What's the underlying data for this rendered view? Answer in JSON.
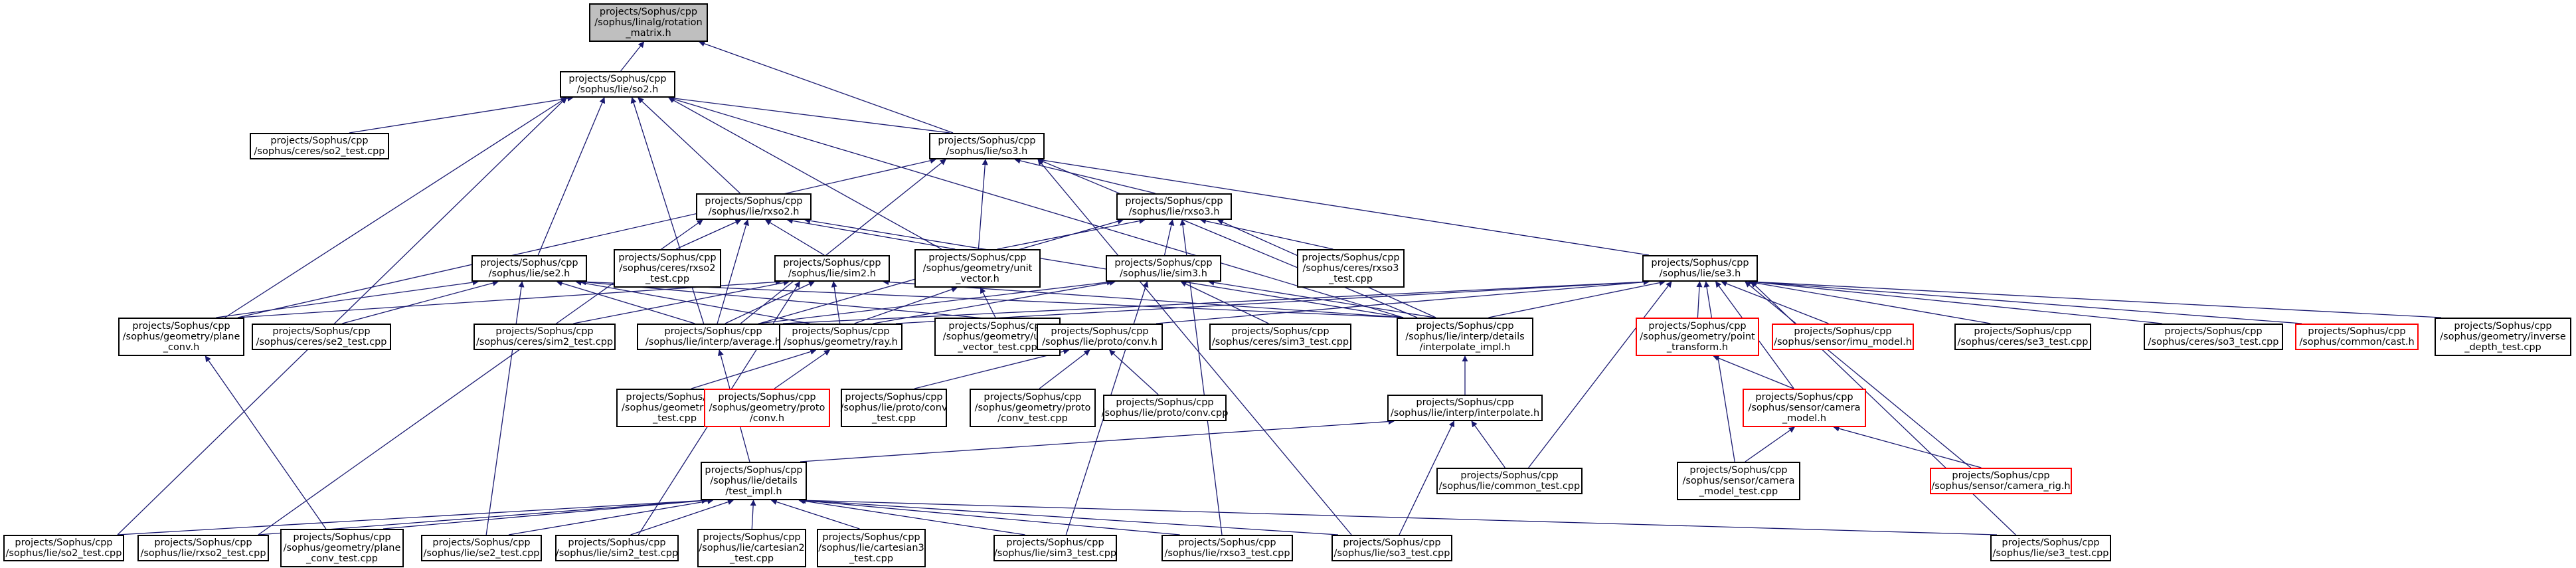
{
  "colors": {
    "edge": "#191970",
    "node_border": "#000000",
    "root_fill": "#bfbfbf",
    "incomplete_border": "#ff0000"
  },
  "nodes": {
    "rotation_matrix": [
      "projects/Sophus/cpp",
      "/sophus/linalg/rotation",
      "_matrix.h"
    ],
    "so2_h": [
      "projects/Sophus/cpp",
      "/sophus/lie/so2.h"
    ],
    "so3_h": [
      "projects/Sophus/cpp",
      "/sophus/lie/so3.h"
    ],
    "ceres_so2_test": [
      "projects/Sophus/cpp",
      "/sophus/ceres/so2_test.cpp"
    ],
    "rxso2_h": [
      "projects/Sophus/cpp",
      "/sophus/lie/rxso2.h"
    ],
    "rxso3_h": [
      "projects/Sophus/cpp",
      "/sophus/lie/rxso3.h"
    ],
    "se3_h": [
      "projects/Sophus/cpp",
      "/sophus/lie/se3.h"
    ],
    "se2_h": [
      "projects/Sophus/cpp",
      "/sophus/lie/se2.h"
    ],
    "ceres_rxso2_test": [
      "projects/Sophus/cpp",
      "/sophus/ceres/rxso2",
      "_test.cpp"
    ],
    "sim2_h": [
      "projects/Sophus/cpp",
      "/sophus/lie/sim2.h"
    ],
    "unit_vector_h": [
      "projects/Sophus/cpp",
      "/sophus/geometry/unit",
      "_vector.h"
    ],
    "sim3_h": [
      "projects/Sophus/cpp",
      "/sophus/lie/sim3.h"
    ],
    "ceres_rxso3_test": [
      "projects/Sophus/cpp",
      "/sophus/ceres/rxso3",
      "_test.cpp"
    ],
    "plane_conv_h": [
      "projects/Sophus/cpp",
      "/sophus/geometry/plane",
      "_conv.h"
    ],
    "ceres_se2_test": [
      "projects/Sophus/cpp",
      "/sophus/ceres/se2_test.cpp"
    ],
    "ceres_sim2_test": [
      "projects/Sophus/cpp",
      "/sophus/ceres/sim2_test.cpp"
    ],
    "average_h": [
      "projects/Sophus/cpp",
      "/sophus/lie/interp/average.h"
    ],
    "ray_h": [
      "projects/Sophus/cpp",
      "/sophus/geometry/ray.h"
    ],
    "unit_vector_test": [
      "projects/Sophus/cpp",
      "/sophus/geometry/unit",
      "_vector_test.cpp"
    ],
    "proto_conv_h": [
      "projects/Sophus/cpp",
      "/sophus/lie/proto/conv.h"
    ],
    "ceres_sim3_test": [
      "projects/Sophus/cpp",
      "/sophus/ceres/sim3_test.cpp"
    ],
    "interpolate_impl_h": [
      "projects/Sophus/cpp",
      "/sophus/lie/interp/details",
      "/interpolate_impl.h"
    ],
    "point_transform_h": [
      "projects/Sophus/cpp",
      "/sophus/geometry/point",
      "_transform.h"
    ],
    "imu_model_h": [
      "projects/Sophus/cpp",
      "/sophus/sensor/imu_model.h"
    ],
    "ceres_se3_test": [
      "projects/Sophus/cpp",
      "/sophus/ceres/se3_test.cpp"
    ],
    "ceres_so3_test": [
      "projects/Sophus/cpp",
      "/sophus/ceres/so3_test.cpp"
    ],
    "common_cast_h": [
      "projects/Sophus/cpp",
      "/sophus/common/cast.h"
    ],
    "inverse_depth_test": [
      "projects/Sophus/cpp",
      "/sophus/geometry/inverse",
      "_depth_test.cpp"
    ],
    "ray_test": [
      "projects/Sophus/cpp",
      "/sophus/geometry/ray",
      "_test.cpp"
    ],
    "geometry_proto_conv_h": [
      "projects/Sophus/cpp",
      "/sophus/geometry/proto",
      "/conv.h"
    ],
    "lie_proto_conv_test": [
      "projects/Sophus/cpp",
      "/sophus/lie/proto/conv",
      "_test.cpp"
    ],
    "geometry_proto_conv_test": [
      "projects/Sophus/cpp",
      "/sophus/geometry/proto",
      "/conv_test.cpp"
    ],
    "lie_proto_conv_cpp": [
      "projects/Sophus/cpp",
      "/sophus/lie/proto/conv.cpp"
    ],
    "interpolate_h": [
      "projects/Sophus/cpp",
      "/sophus/lie/interp/interpolate.h"
    ],
    "camera_model_h": [
      "projects/Sophus/cpp",
      "/sophus/sensor/camera",
      "_model.h"
    ],
    "test_impl_h": [
      "projects/Sophus/cpp",
      "/sophus/lie/details",
      "/test_impl.h"
    ],
    "common_test": [
      "projects/Sophus/cpp",
      "/sophus/lie/common_test.cpp"
    ],
    "camera_model_test": [
      "projects/Sophus/cpp",
      "/sophus/sensor/camera",
      "_model_test.cpp"
    ],
    "camera_rig_h": [
      "projects/Sophus/cpp",
      "/sophus/sensor/camera_rig.h"
    ],
    "so2_test": [
      "projects/Sophus/cpp",
      "/sophus/lie/so2_test.cpp"
    ],
    "rxso2_test": [
      "projects/Sophus/cpp",
      "/sophus/lie/rxso2_test.cpp"
    ],
    "plane_conv_test": [
      "projects/Sophus/cpp",
      "/sophus/geometry/plane",
      "_conv_test.cpp"
    ],
    "se2_test": [
      "projects/Sophus/cpp",
      "/sophus/lie/se2_test.cpp"
    ],
    "sim2_test": [
      "projects/Sophus/cpp",
      "/sophus/lie/sim2_test.cpp"
    ],
    "cartesian2_test": [
      "projects/Sophus/cpp",
      "/sophus/lie/cartesian2",
      "_test.cpp"
    ],
    "cartesian3_test": [
      "projects/Sophus/cpp",
      "/sophus/lie/cartesian3",
      "_test.cpp"
    ],
    "sim3_test": [
      "projects/Sophus/cpp",
      "/sophus/lie/sim3_test.cpp"
    ],
    "rxso3_test": [
      "projects/Sophus/cpp",
      "/sophus/lie/rxso3_test.cpp"
    ],
    "so3_test": [
      "projects/Sophus/cpp",
      "/sophus/lie/so3_test.cpp"
    ],
    "se3_test": [
      "projects/Sophus/cpp",
      "/sophus/lie/se3_test.cpp"
    ]
  },
  "edges": [
    [
      "rotation_matrix",
      "so2_h"
    ],
    [
      "rotation_matrix",
      "so3_h"
    ],
    [
      "so2_h",
      "so3_h"
    ],
    [
      "so2_h",
      "ceres_so2_test"
    ],
    [
      "so2_h",
      "rxso2_h"
    ],
    [
      "so2_h",
      "se2_h"
    ],
    [
      "so2_h",
      "unit_vector_h"
    ],
    [
      "so2_h",
      "plane_conv_h"
    ],
    [
      "so2_h",
      "average_h"
    ],
    [
      "so2_h",
      "interpolate_impl_h"
    ],
    [
      "so2_h",
      "so2_test"
    ],
    [
      "so3_h",
      "rxso3_h"
    ],
    [
      "so3_h",
      "se3_h"
    ],
    [
      "so3_h",
      "unit_vector_h"
    ],
    [
      "so3_h",
      "plane_conv_h"
    ],
    [
      "so3_h",
      "average_h"
    ],
    [
      "so3_h",
      "interpolate_impl_h"
    ],
    [
      "so3_h",
      "so3_test"
    ],
    [
      "rxso2_h",
      "ceres_rxso2_test"
    ],
    [
      "rxso2_h",
      "sim2_h"
    ],
    [
      "rxso2_h",
      "unit_vector_h"
    ],
    [
      "rxso2_h",
      "average_h"
    ],
    [
      "rxso2_h",
      "interpolate_impl_h"
    ],
    [
      "rxso2_h",
      "rxso2_test"
    ],
    [
      "rxso3_h",
      "unit_vector_h"
    ],
    [
      "rxso3_h",
      "sim3_h"
    ],
    [
      "rxso3_h",
      "ceres_rxso3_test"
    ],
    [
      "rxso3_h",
      "average_h"
    ],
    [
      "rxso3_h",
      "interpolate_impl_h"
    ],
    [
      "rxso3_h",
      "rxso3_test"
    ],
    [
      "se2_h",
      "plane_conv_h"
    ],
    [
      "se2_h",
      "ceres_se2_test"
    ],
    [
      "se2_h",
      "average_h"
    ],
    [
      "se2_h",
      "ray_h"
    ],
    [
      "se2_h",
      "proto_conv_h"
    ],
    [
      "se2_h",
      "interpolate_impl_h"
    ],
    [
      "se2_h",
      "se2_test"
    ],
    [
      "sim2_h",
      "plane_conv_h"
    ],
    [
      "sim2_h",
      "ceres_sim2_test"
    ],
    [
      "sim2_h",
      "average_h"
    ],
    [
      "sim2_h",
      "ray_h"
    ],
    [
      "sim2_h",
      "interpolate_impl_h"
    ],
    [
      "sim2_h",
      "sim2_test"
    ],
    [
      "sim3_h",
      "average_h"
    ],
    [
      "sim3_h",
      "ray_h"
    ],
    [
      "sim3_h",
      "ceres_sim3_test"
    ],
    [
      "sim3_h",
      "interpolate_impl_h"
    ],
    [
      "sim3_h",
      "sim3_test"
    ],
    [
      "unit_vector_h",
      "ray_h"
    ],
    [
      "unit_vector_h",
      "unit_vector_test"
    ],
    [
      "se3_h",
      "average_h"
    ],
    [
      "se3_h",
      "ray_h"
    ],
    [
      "se3_h",
      "proto_conv_h"
    ],
    [
      "se3_h",
      "interpolate_impl_h"
    ],
    [
      "se3_h",
      "point_transform_h"
    ],
    [
      "se3_h",
      "imu_model_h"
    ],
    [
      "se3_h",
      "ceres_se3_test"
    ],
    [
      "se3_h",
      "ceres_so3_test"
    ],
    [
      "se3_h",
      "common_cast_h"
    ],
    [
      "se3_h",
      "inverse_depth_test"
    ],
    [
      "se3_h",
      "camera_model_h"
    ],
    [
      "se3_h",
      "camera_rig_h"
    ],
    [
      "se3_h",
      "common_test"
    ],
    [
      "se3_h",
      "camera_model_test"
    ],
    [
      "se3_h",
      "se3_test"
    ],
    [
      "plane_conv_h",
      "plane_conv_test"
    ],
    [
      "average_h",
      "test_impl_h"
    ],
    [
      "ray_h",
      "ray_test"
    ],
    [
      "ray_h",
      "geometry_proto_conv_h"
    ],
    [
      "proto_conv_h",
      "lie_proto_conv_test"
    ],
    [
      "proto_conv_h",
      "geometry_proto_conv_test"
    ],
    [
      "proto_conv_h",
      "lie_proto_conv_cpp"
    ],
    [
      "interpolate_impl_h",
      "interpolate_h"
    ],
    [
      "interpolate_h",
      "test_impl_h"
    ],
    [
      "interpolate_h",
      "common_test"
    ],
    [
      "interpolate_h",
      "so3_test"
    ],
    [
      "point_transform_h",
      "camera_model_h"
    ],
    [
      "camera_model_h",
      "camera_model_test"
    ],
    [
      "camera_model_h",
      "camera_rig_h"
    ],
    [
      "test_impl_h",
      "so2_test"
    ],
    [
      "test_impl_h",
      "rxso2_test"
    ],
    [
      "test_impl_h",
      "plane_conv_test"
    ],
    [
      "test_impl_h",
      "se2_test"
    ],
    [
      "test_impl_h",
      "sim2_test"
    ],
    [
      "test_impl_h",
      "cartesian2_test"
    ],
    [
      "test_impl_h",
      "cartesian3_test"
    ],
    [
      "test_impl_h",
      "sim3_test"
    ],
    [
      "test_impl_h",
      "rxso3_test"
    ],
    [
      "test_impl_h",
      "so3_test"
    ],
    [
      "test_impl_h",
      "se3_test"
    ]
  ]
}
